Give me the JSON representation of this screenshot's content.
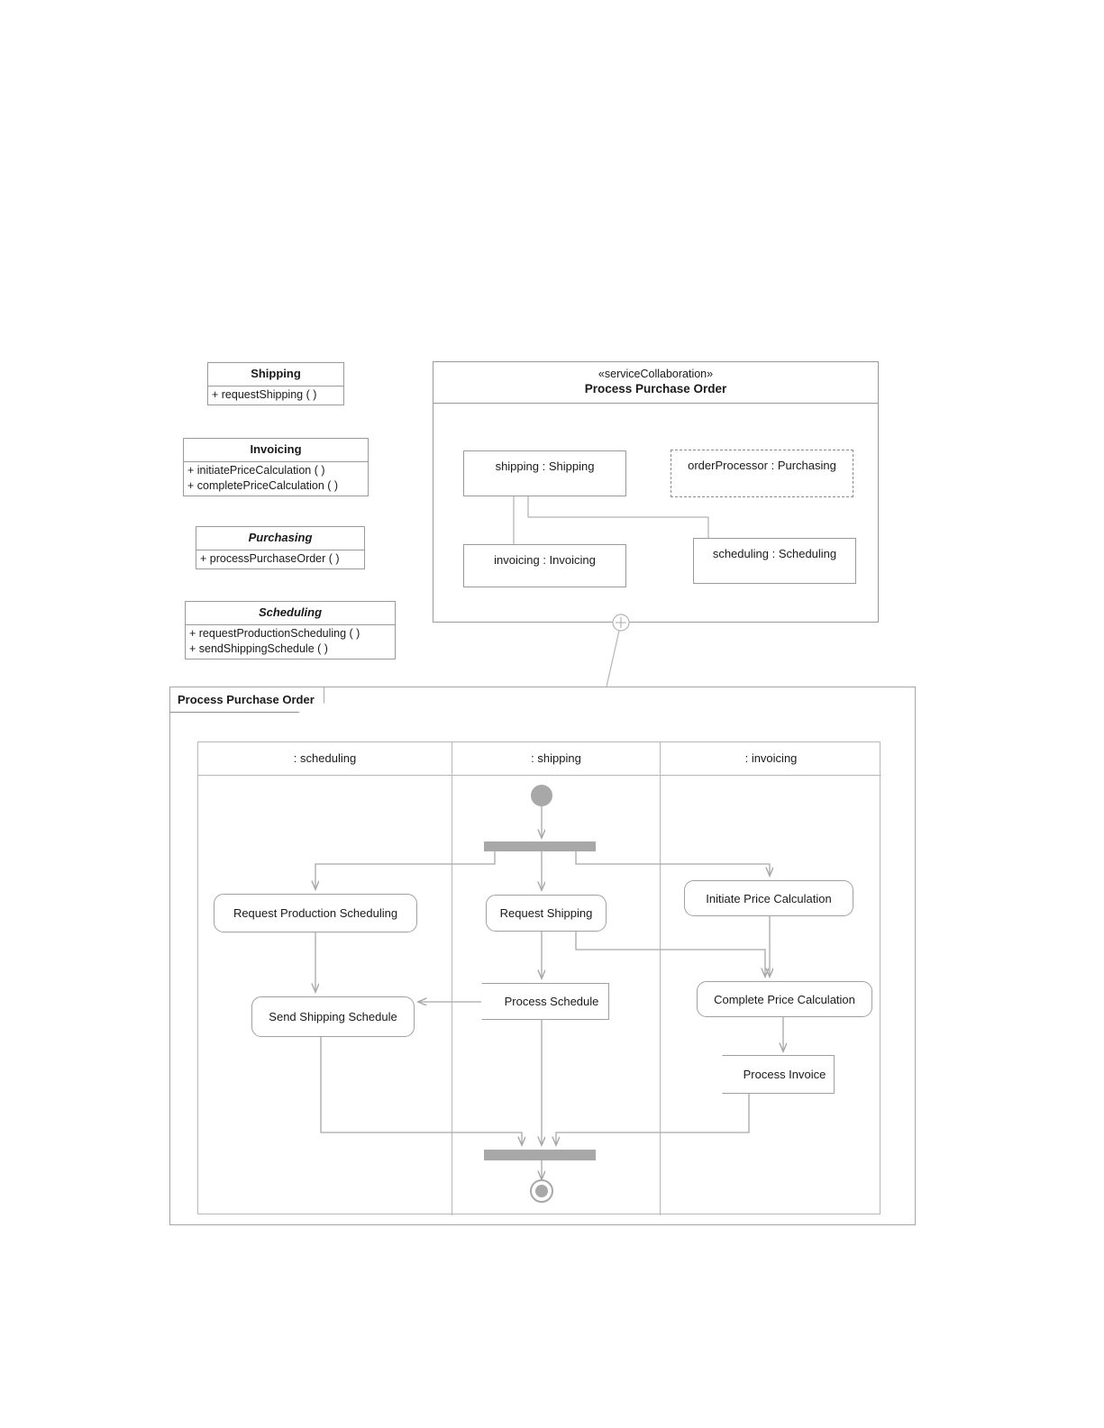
{
  "classifiers": [
    {
      "name": "Shipping",
      "abstract": false,
      "operations": [
        "+ requestShipping ( )"
      ]
    },
    {
      "name": "Invoicing",
      "abstract": false,
      "operations": [
        "+ initiatePriceCalculation ( )",
        "+ completePriceCalculation ( )"
      ]
    },
    {
      "name": "Purchasing",
      "abstract": true,
      "operations": [
        "+ processPurchaseOrder ( )"
      ]
    },
    {
      "name": "Scheduling",
      "abstract": true,
      "operations": [
        "+ requestProductionScheduling ( )",
        "+ sendShippingSchedule ( )"
      ]
    }
  ],
  "collaboration": {
    "stereotype": "«serviceCollaboration»",
    "title": "Process Purchase Order",
    "roles": [
      {
        "label": "shipping : Shipping",
        "dashed": false
      },
      {
        "label": "orderProcessor : Purchasing",
        "dashed": true
      },
      {
        "label": "invoicing : Invoicing",
        "dashed": false
      },
      {
        "label": "scheduling : Scheduling",
        "dashed": false
      }
    ],
    "expansion_icon": "circle-plus-icon"
  },
  "activity": {
    "frame_title": "Process Purchase Order",
    "lanes": [
      {
        "title": ": scheduling"
      },
      {
        "title": ": shipping"
      },
      {
        "title": ": invoicing"
      }
    ],
    "nodes": {
      "initial": "initial-node",
      "fork": "fork-bar",
      "join": "join-bar",
      "final": "activity-final-node",
      "request_production_scheduling": "Request Production Scheduling",
      "request_shipping": "Request Shipping",
      "initiate_price_calculation": "Initiate Price Calculation",
      "send_shipping_schedule": "Send Shipping Schedule",
      "process_schedule": "Process Schedule",
      "complete_price_calculation": "Complete Price Calculation",
      "process_invoice": "Process Invoice"
    }
  },
  "colors": {
    "line": "#a0a0a0",
    "bar_fill": "#a8a8a8",
    "frame_border": "#9a9a9a",
    "lane_border": "#b8b8b8",
    "background": "#ffffff",
    "text": "#1a1a1a"
  }
}
